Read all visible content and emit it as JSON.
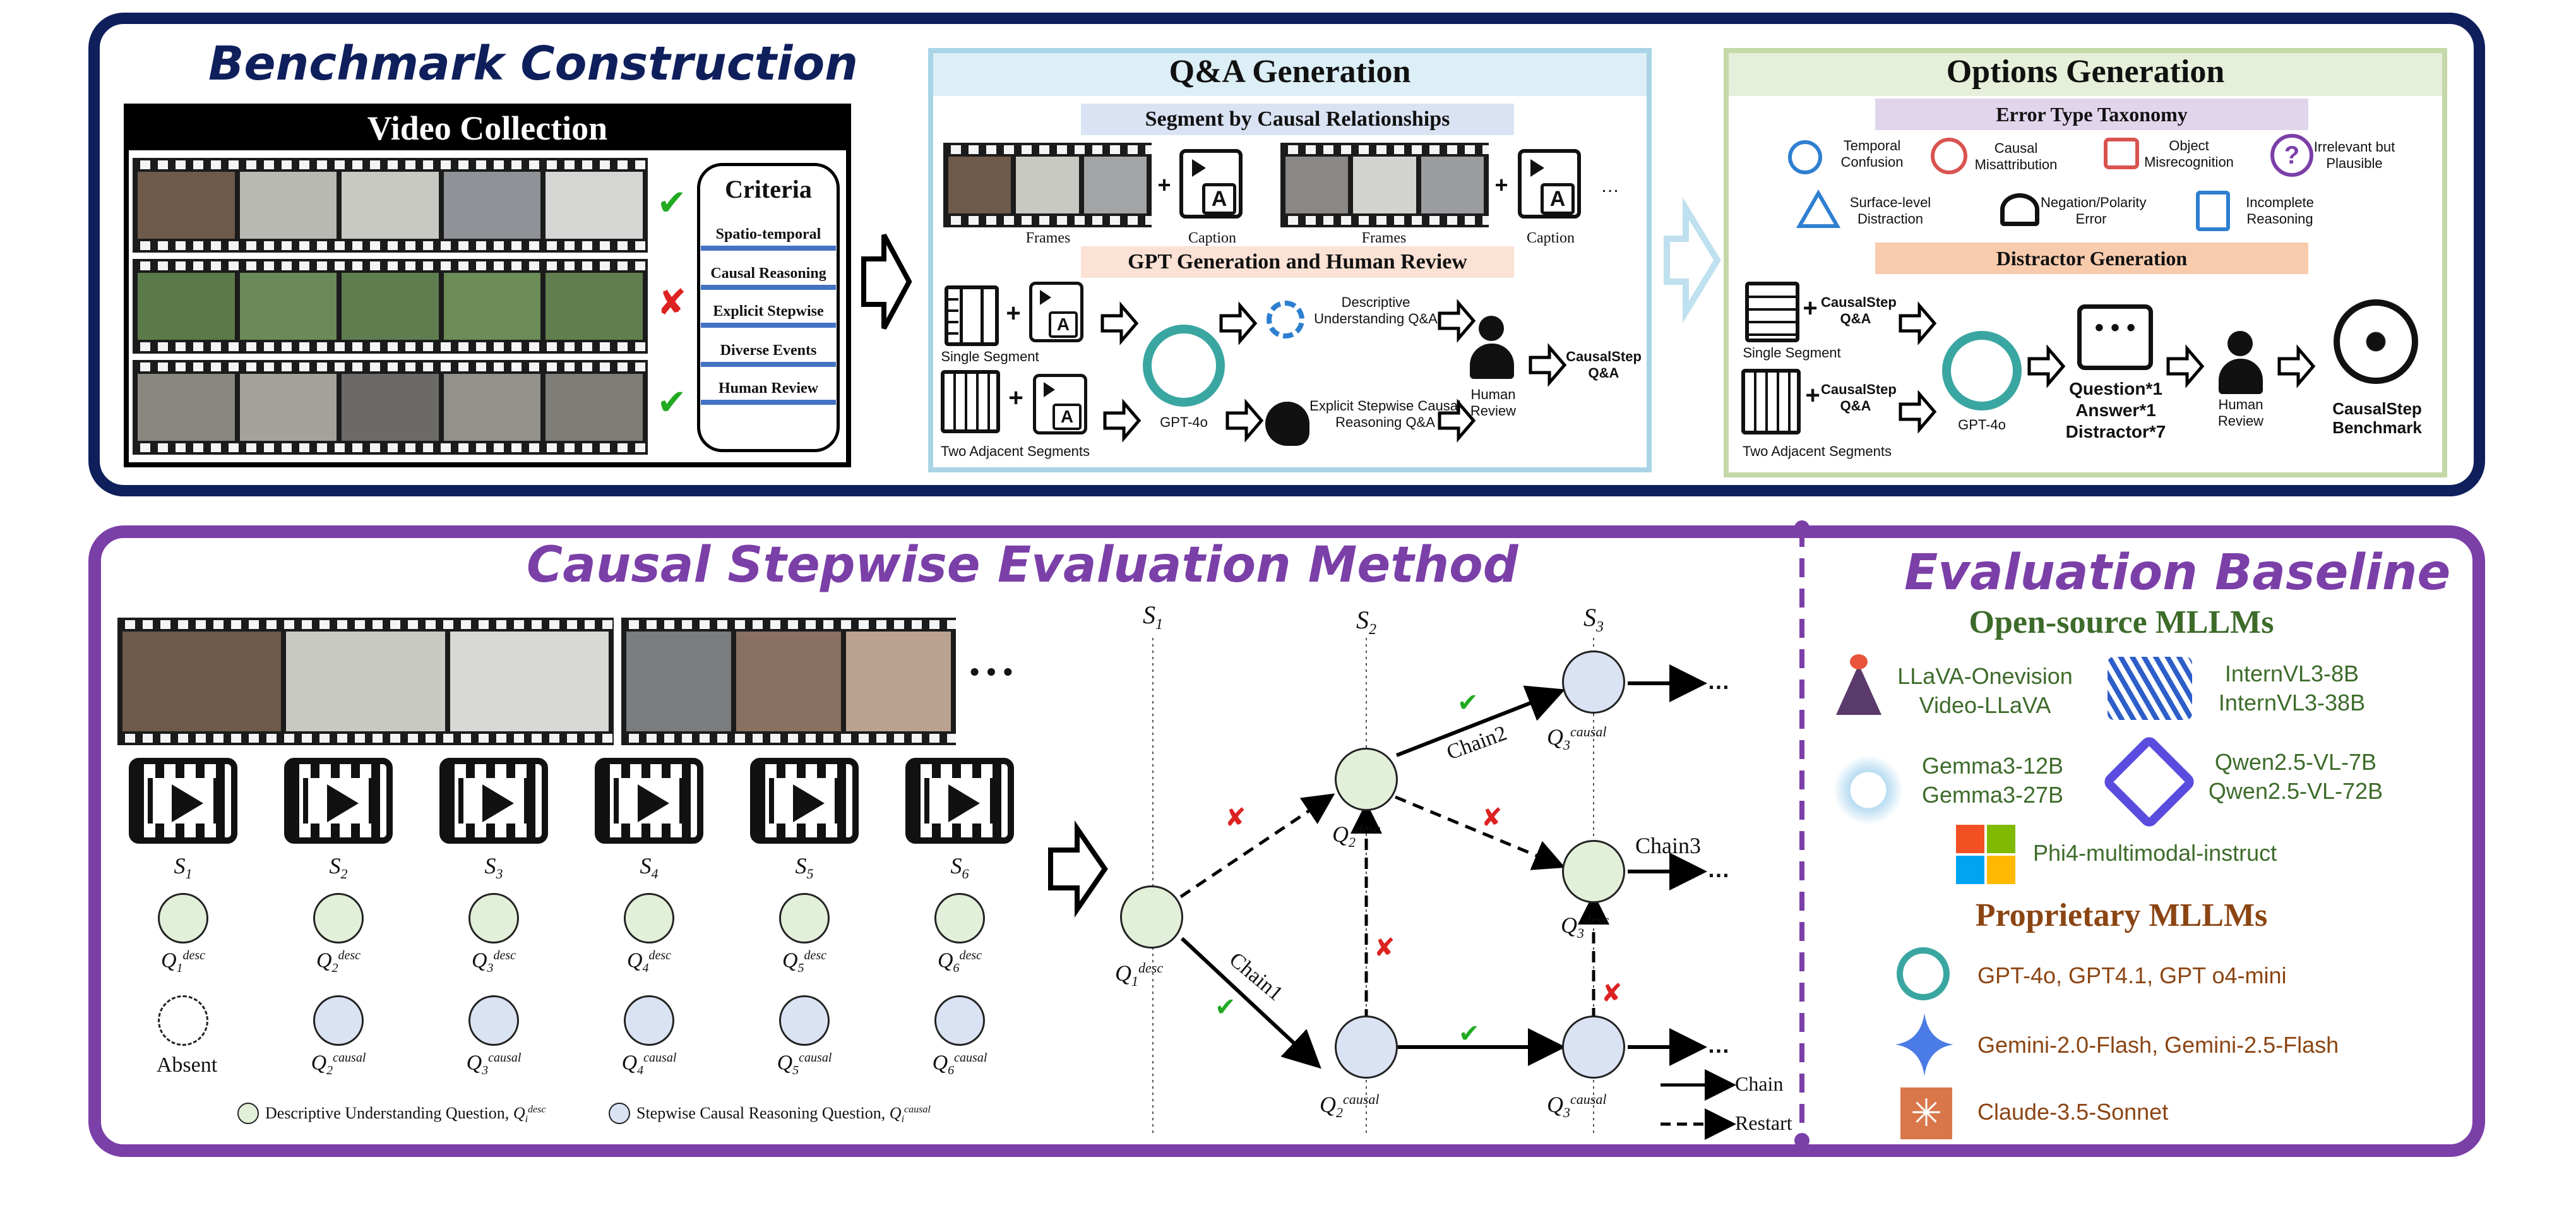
{
  "top": {
    "title": "Benchmark Construction",
    "video_collection": {
      "title": "Video Collection",
      "criteria_title": "Criteria",
      "criteria": [
        "Spatio-temporal",
        "Causal Reasoning",
        "Explicit Stepwise",
        "Diverse Events",
        "Human Review"
      ],
      "marks": [
        "✔",
        "✘",
        "✔"
      ]
    },
    "qa_generation": {
      "title": "Q&A Generation",
      "segment_header": "Segment by Causal Relationships",
      "frames_label": "Frames",
      "caption_label": "Caption",
      "ellipsis": "…",
      "gpt_header": "GPT Generation and Human Review",
      "single_segment": "Single Segment",
      "two_segments": "Two Adjacent Segments",
      "gpt4o": "GPT-4o",
      "descriptive": "Descriptive Understanding Q&A",
      "explicit": "Explicit Stepwise Causal Reasoning Q&A",
      "human_review": "Human Review",
      "causalstep_qa": "CausalStep Q&A"
    },
    "options_generation": {
      "title": "Options Generation",
      "taxonomy_header": "Error Type Taxonomy",
      "errors": [
        {
          "label": "Temporal Confusion",
          "icon": "temporal-icon"
        },
        {
          "label": "Causal Misattribution",
          "icon": "causal-misattribution-icon"
        },
        {
          "label": "Object Misrecognition",
          "icon": "object-icon"
        },
        {
          "label": "Irrelevant but Plausible",
          "icon": "question-icon"
        },
        {
          "label": "Surface-level Distraction",
          "icon": "warning-icon"
        },
        {
          "label": "Negation/Polarity Error",
          "icon": "negation-icon"
        },
        {
          "label": "Incomplete Reasoning",
          "icon": "incomplete-icon"
        }
      ],
      "distractor_header": "Distractor Generation",
      "single_segment": "Single Segment",
      "two_segments": "Two Adjacent Segments",
      "causalstep_qa": "CausalStep Q&A",
      "gpt4o": "GPT-4o",
      "question": "Question*1",
      "answer": "Answer*1",
      "distractor": "Distractor*7",
      "human_review": "Human Review",
      "benchmark": "CausalStep Benchmark"
    }
  },
  "method": {
    "title": "Causal Stepwise Evaluation Method",
    "ellipsis": "• • •",
    "segments": [
      {
        "s": "S",
        "sub": "1",
        "desc_sub": "1",
        "causal": "Absent"
      },
      {
        "s": "S",
        "sub": "2",
        "desc_sub": "2",
        "causal_sub": "2"
      },
      {
        "s": "S",
        "sub": "3",
        "desc_sub": "3",
        "causal_sub": "3"
      },
      {
        "s": "S",
        "sub": "4",
        "desc_sub": "4",
        "causal_sub": "4"
      },
      {
        "s": "S",
        "sub": "5",
        "desc_sub": "5",
        "causal_sub": "5"
      },
      {
        "s": "S",
        "sub": "6",
        "desc_sub": "6",
        "causal_sub": "6"
      }
    ],
    "q": "Q",
    "desc": "desc",
    "causal": "causal",
    "legend_desc": "Descriptive Understanding Question, ",
    "legend_causal": "Stepwise Causal Reasoning Question, ",
    "legend_q": "Q",
    "legend_i": "i"
  },
  "graph": {
    "s1": "S",
    "s1_sub": "1",
    "s2": "S",
    "s2_sub": "2",
    "s3": "S",
    "s3_sub": "3",
    "chain1": "Chain1",
    "chain2": "Chain2",
    "chain3": "Chain3",
    "dots": "…",
    "legend_chain": "Chain",
    "legend_restart": "Restart",
    "check": "✔",
    "cross": "✘"
  },
  "baseline": {
    "title": "Evaluation Baseline",
    "open_source": "Open-source MLLMs",
    "open_models": [
      {
        "text": "LLaVA-Onevision\nVideo-LLaVA",
        "icon": "llava-icon"
      },
      {
        "text": "InternVL3-8B\nInternVL3-38B",
        "icon": "internvl-icon"
      },
      {
        "text": "Gemma3-12B\nGemma3-27B",
        "icon": "gemma-icon"
      },
      {
        "text": "Qwen2.5-VL-7B\nQwen2.5-VL-72B",
        "icon": "qwen-icon"
      },
      {
        "text": "Phi4-multimodal-instruct",
        "icon": "microsoft-icon"
      }
    ],
    "proprietary": "Proprietary MLLMs",
    "prop_models": [
      {
        "text": "GPT-4o, GPT4.1, GPT o4-mini",
        "icon": "openai-icon"
      },
      {
        "text": "Gemini-2.0-Flash, Gemini-2.5-Flash",
        "icon": "gemini-icon"
      },
      {
        "text": "Claude-3.5-Sonnet",
        "icon": "claude-icon"
      }
    ]
  },
  "colors": {
    "navy": "#0f1f5c",
    "purple": "#7b3fa8",
    "qa_border": "#a9d4e6",
    "options_border": "#c5d8a8",
    "green_node": "#e2efd9",
    "blue_node": "#dae3f3",
    "green_text": "#3d6b2a",
    "brown_text": "#8b4513",
    "check": "#22aa22",
    "cross": "#dd2222"
  }
}
